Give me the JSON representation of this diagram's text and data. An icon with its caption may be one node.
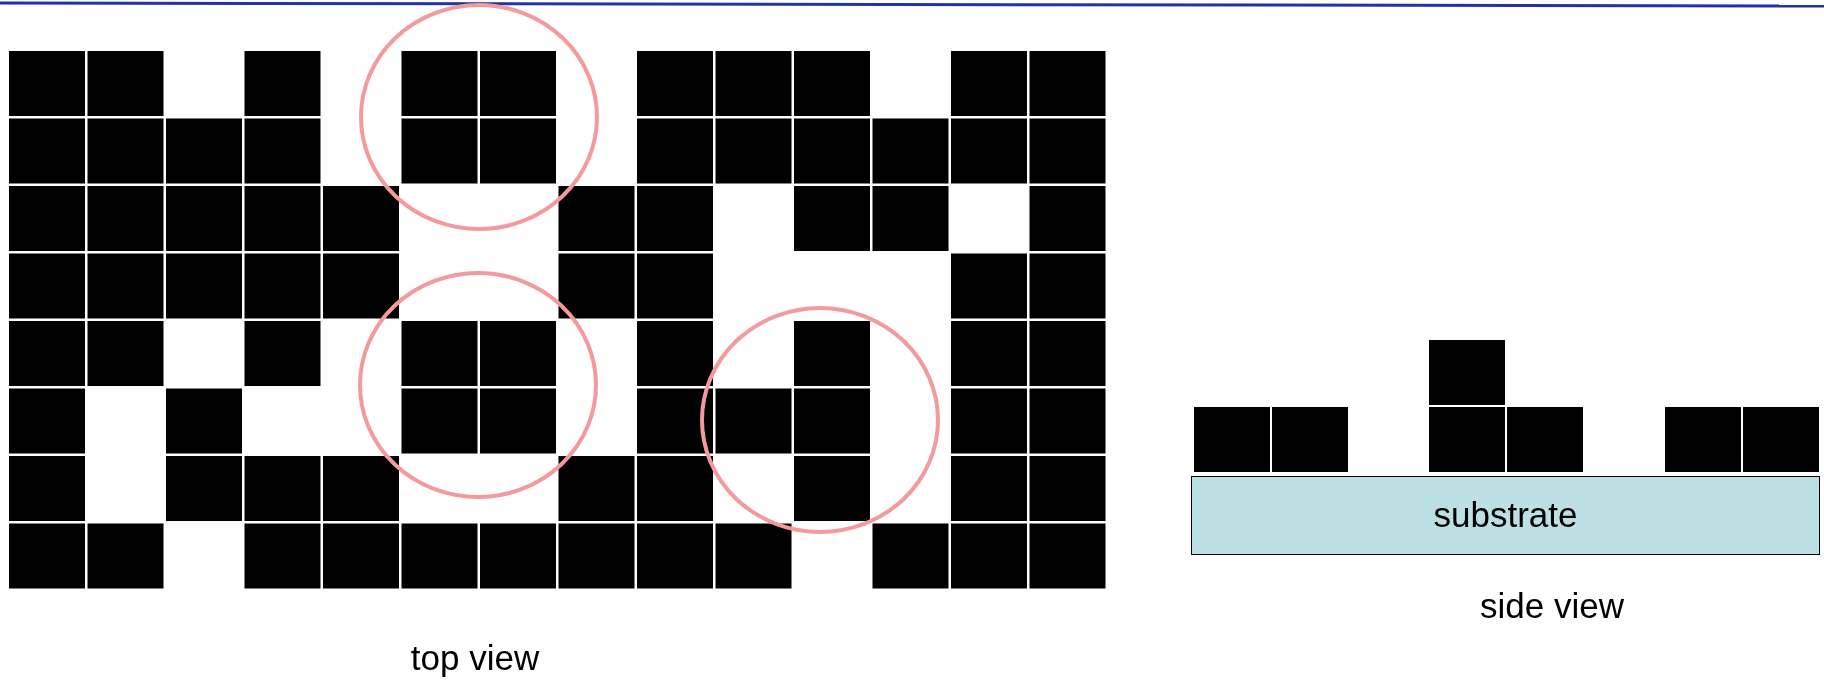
{
  "diagram": {
    "nodes": [
      {
        "text": [
          "substrate"
        ]
      }
    ],
    "labels": [
      "top view",
      "side view"
    ]
  }
}
